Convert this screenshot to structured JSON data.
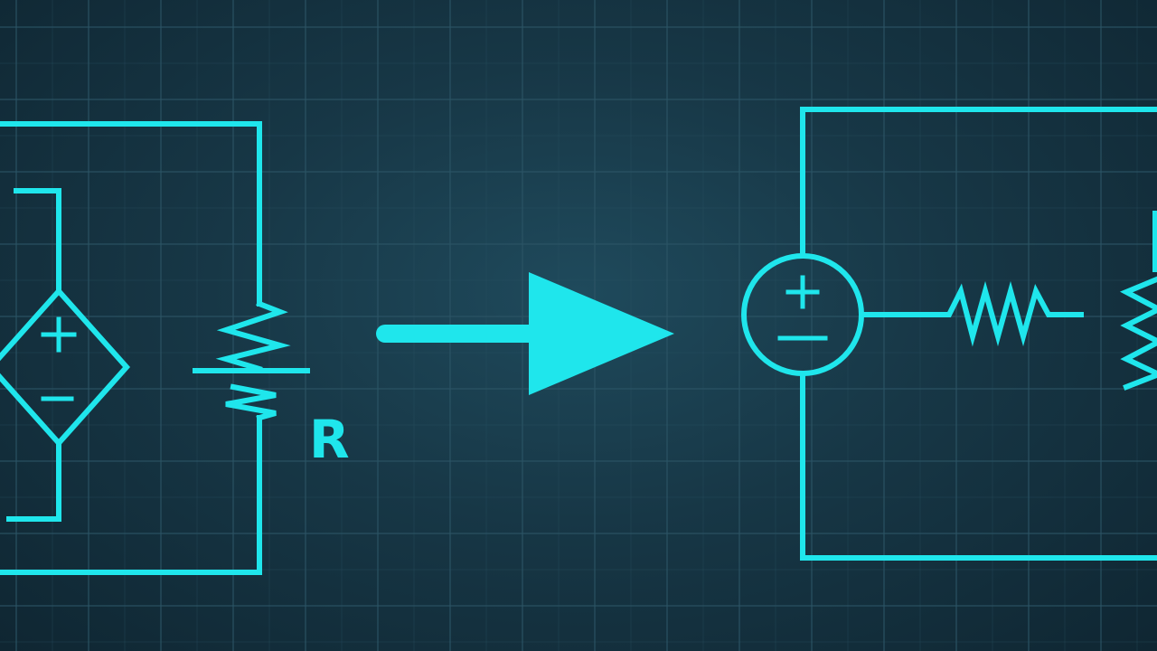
{
  "colors": {
    "background": "#163443",
    "grid": "#2c5566",
    "circuit": "#1fe6ec"
  },
  "left_circuit": {
    "source_type": "dependent-voltage-source",
    "resistor_label": "R"
  },
  "arrow": {
    "direction": "right"
  },
  "right_circuit": {
    "source_type": "independent-voltage-source"
  }
}
